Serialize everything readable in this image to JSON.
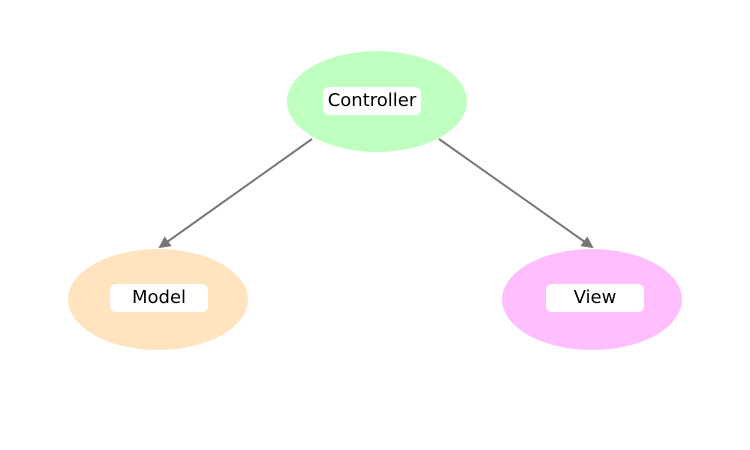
{
  "diagram": {
    "nodes": {
      "controller": {
        "label": "Controller",
        "color": "#bfffbf"
      },
      "model": {
        "label": "Model",
        "color": "#ffe4bf"
      },
      "view": {
        "label": "View",
        "color": "#ffbfff"
      }
    },
    "edges": [
      {
        "from": "controller",
        "to": "model"
      },
      {
        "from": "controller",
        "to": "view"
      }
    ],
    "edge_color": "#777777"
  }
}
